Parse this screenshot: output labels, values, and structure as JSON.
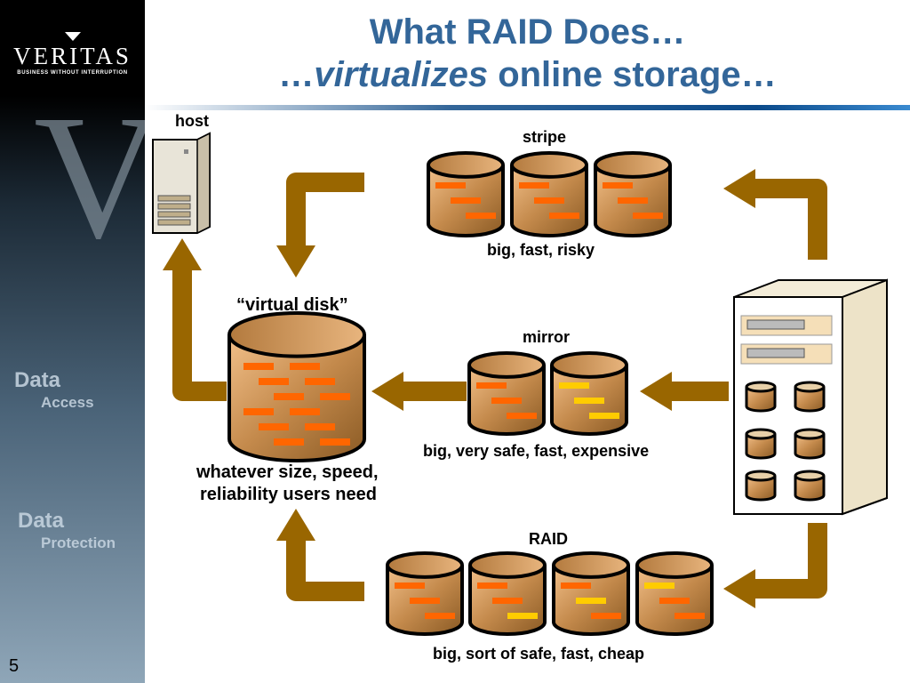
{
  "logo": {
    "name": "VERITAS",
    "tagline": "BUSINESS WITHOUT INTERRUPTION"
  },
  "sidebar": {
    "labels": [
      "Data",
      "Access",
      "Data",
      "Protection"
    ]
  },
  "slide_number": "5",
  "title": {
    "line1": "What RAID Does…",
    "line2_prefix": "…",
    "line2_emph": "virtualizes",
    "line2_suffix": " online storage…"
  },
  "labels": {
    "host": "host",
    "stripe": "stripe",
    "stripe_desc": "big, fast, risky",
    "virtual": "“virtual disk”",
    "virtual_desc1": "whatever size, speed,",
    "virtual_desc2": "reliability users need",
    "mirror": "mirror",
    "mirror_desc": "big, very safe, fast, expensive",
    "raid": "RAID",
    "raid_desc": "big, sort of safe, fast, cheap"
  },
  "colors": {
    "title": "#336699",
    "arrow": "#996600",
    "data_block": "#ff6600",
    "redundant_block": "#ffcc00"
  }
}
